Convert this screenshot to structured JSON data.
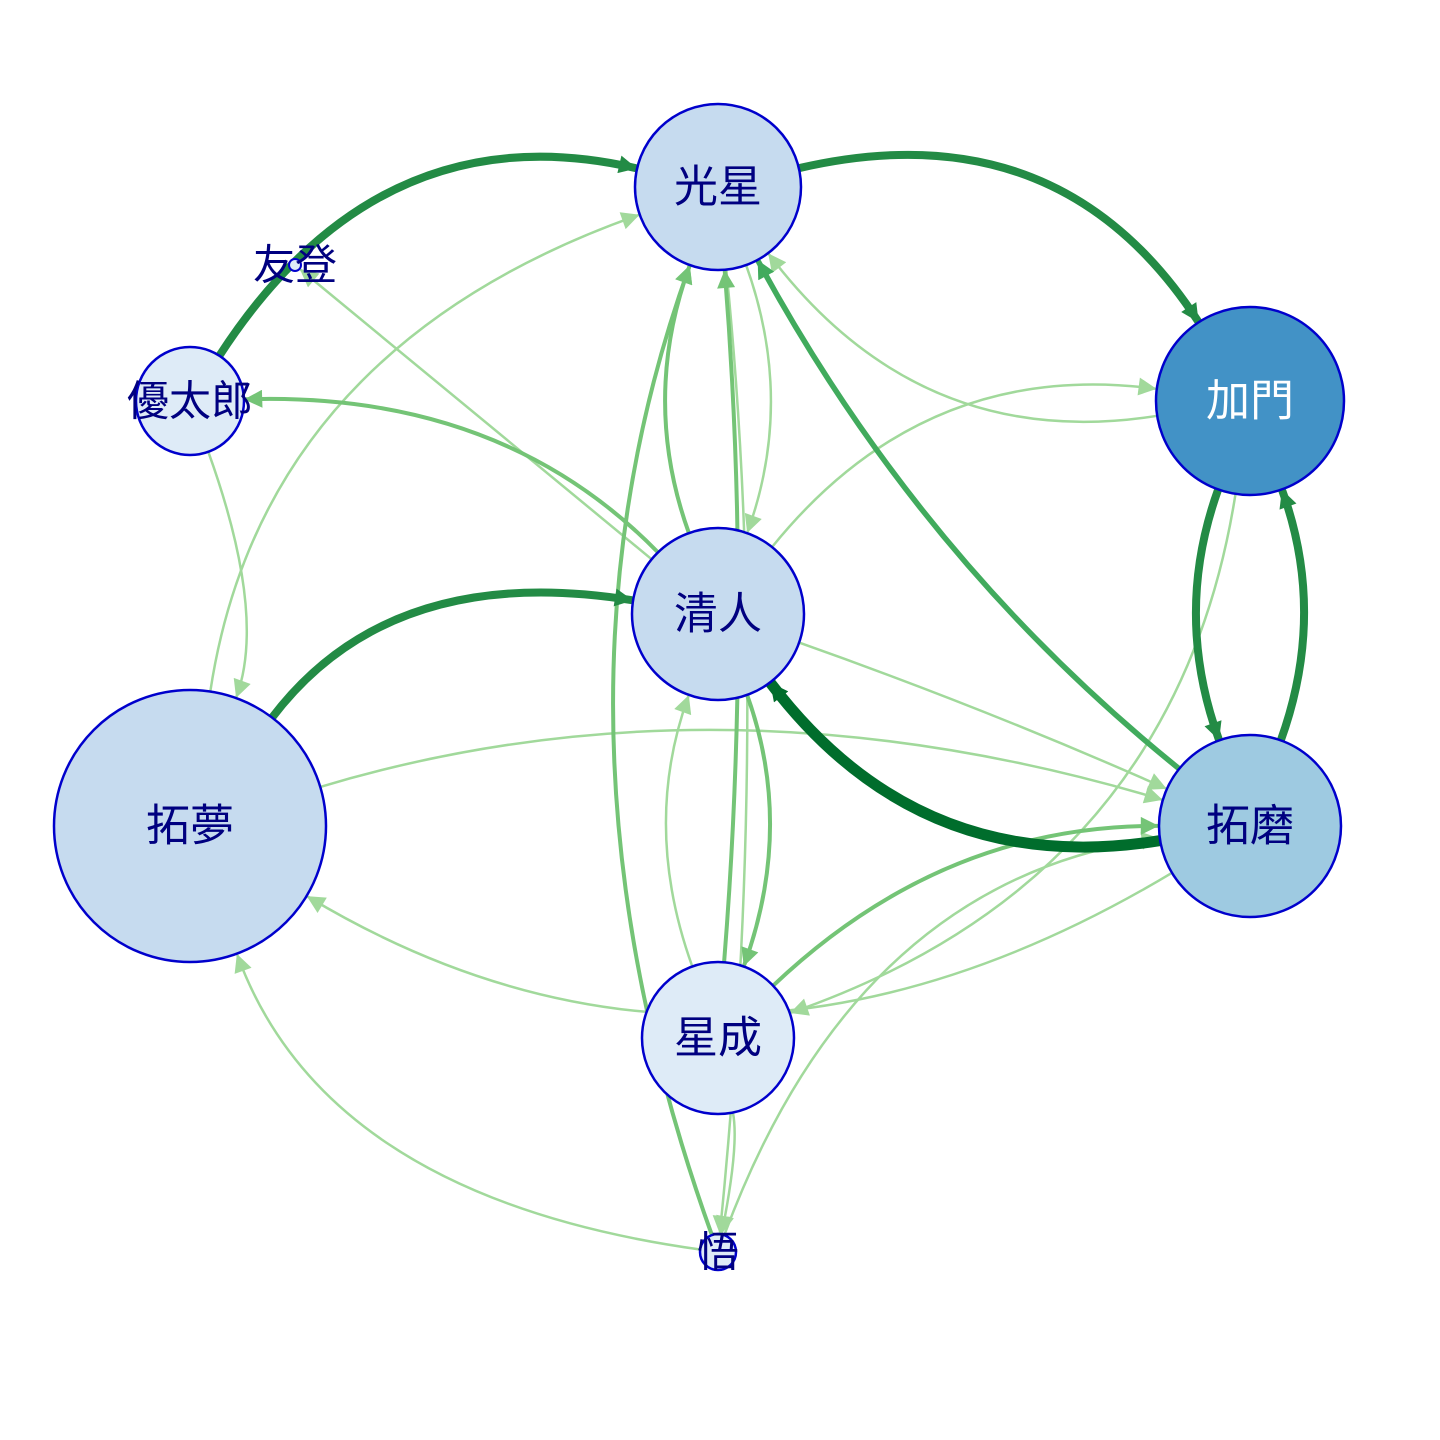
{
  "colors": {
    "node_stroke": "#0000cc",
    "label_dark": "#000080",
    "label_light": "#ffffff",
    "edge_light": "#a1d99b",
    "edge_mid": "#74c476",
    "edge_strong": "#41ab5d",
    "edge_darker": "#238b45",
    "edge_darkest": "#006d2c"
  },
  "nodes": [
    {
      "id": "kosei",
      "label": "光星",
      "fill": "#c6dbef",
      "label_color": "#000080"
    },
    {
      "id": "kamon",
      "label": "加門",
      "fill": "#4292c6",
      "label_color": "#ffffff"
    },
    {
      "id": "kiyoto",
      "label": "清人",
      "fill": "#c6dbef",
      "label_color": "#000080"
    },
    {
      "id": "yutaro",
      "label": "優太郎",
      "fill": "#deebf7",
      "label_color": "#000080"
    },
    {
      "id": "tomu",
      "label": "拓夢",
      "fill": "#c6dbef",
      "label_color": "#000080"
    },
    {
      "id": "takuma",
      "label": "拓磨",
      "fill": "#9ecae1",
      "label_color": "#000080"
    },
    {
      "id": "seinari",
      "label": "星成",
      "fill": "#deebf7",
      "label_color": "#000080"
    },
    {
      "id": "satoru",
      "label": "悟",
      "fill": "#deebf7",
      "label_color": "#000080"
    },
    {
      "id": "yuto",
      "label": "友登",
      "fill": "#deebf7",
      "label_color": "#000080"
    }
  ],
  "edges": [
    {
      "from": "yutaro",
      "to": "kosei",
      "weight": 4
    },
    {
      "from": "kosei",
      "to": "kamon",
      "weight": 4
    },
    {
      "from": "kamon",
      "to": "kosei",
      "weight": 1
    },
    {
      "from": "kamon",
      "to": "takuma",
      "weight": 4
    },
    {
      "from": "takuma",
      "to": "kamon",
      "weight": 4
    },
    {
      "from": "tomu",
      "to": "kiyoto",
      "weight": 4
    },
    {
      "from": "takuma",
      "to": "kiyoto",
      "weight": 5
    },
    {
      "from": "takuma",
      "to": "kosei",
      "weight": 3
    },
    {
      "from": "kiyoto",
      "to": "yutaro",
      "weight": 2
    },
    {
      "from": "kosei",
      "to": "kiyoto",
      "weight": 1
    },
    {
      "from": "kiyoto",
      "to": "kosei",
      "weight": 2
    },
    {
      "from": "seinari",
      "to": "kosei",
      "weight": 2
    },
    {
      "from": "satoru",
      "to": "kosei",
      "weight": 2
    },
    {
      "from": "kiyoto",
      "to": "seinari",
      "weight": 2
    },
    {
      "from": "seinari",
      "to": "kiyoto",
      "weight": 1
    },
    {
      "from": "seinari",
      "to": "takuma",
      "weight": 2
    },
    {
      "from": "satoru",
      "to": "takuma",
      "weight": 1
    },
    {
      "from": "satoru",
      "to": "tomu",
      "weight": 1
    },
    {
      "from": "yutaro",
      "to": "tomu",
      "weight": 1
    },
    {
      "from": "tomu",
      "to": "kosei",
      "weight": 1
    },
    {
      "from": "tomu",
      "to": "takuma",
      "weight": 1
    },
    {
      "from": "takuma",
      "to": "tomu",
      "weight": 1
    },
    {
      "from": "kamon",
      "to": "seinari",
      "weight": 1
    },
    {
      "from": "kiyoto",
      "to": "kamon",
      "weight": 1
    },
    {
      "from": "kiyoto",
      "to": "takuma",
      "weight": 1
    },
    {
      "from": "kosei",
      "to": "satoru",
      "weight": 1
    },
    {
      "from": "seinari",
      "to": "satoru",
      "weight": 1
    },
    {
      "from": "kiyoto",
      "to": "yuto",
      "weight": 1
    }
  ]
}
